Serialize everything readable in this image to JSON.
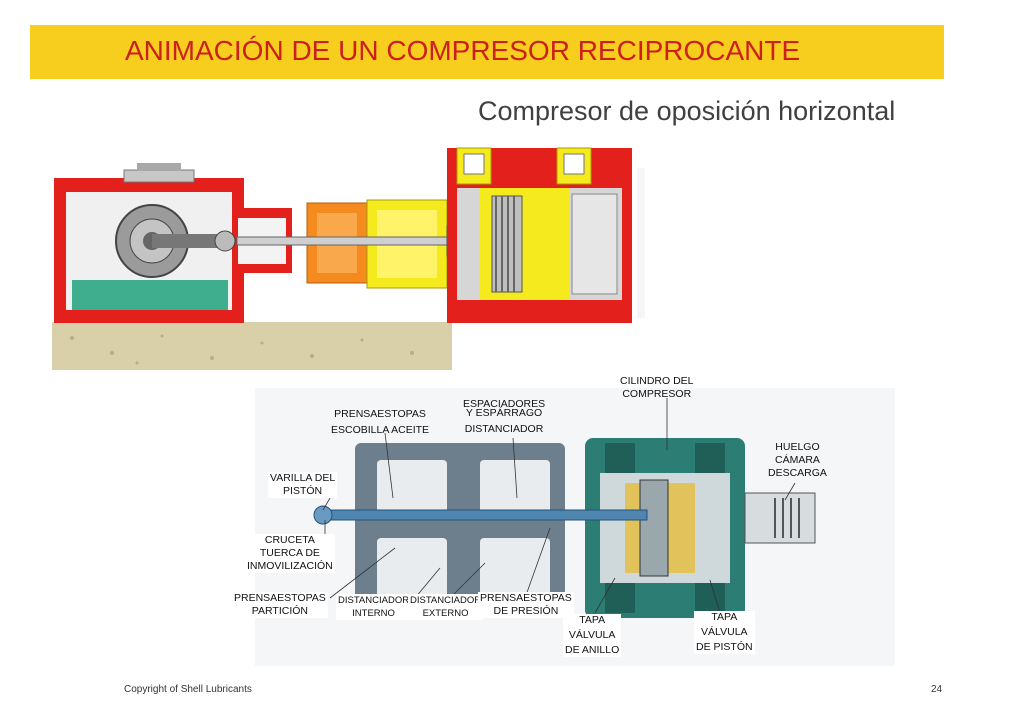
{
  "slide": {
    "title": "ANIMACIÓN DE UN COMPRESOR RECIPROCANTE",
    "subtitle": "Compresor de oposición horizontal",
    "footer": {
      "copyright": "Copyright of Shell Lubricants",
      "page_number": "24"
    }
  },
  "labels": {
    "cilindro_1": "CILINDRO DEL",
    "cilindro_2": "COMPRESOR",
    "espaciadores_1": "ESPACIADORES",
    "espaciadores_2": "Y ESPÁRRAGO",
    "espaciadores_3": "DISTANCIADOR",
    "prensa_escobilla_1": "PRENSAESTOPAS",
    "prensa_escobilla_2": "ESCOBILLA ACEITE",
    "huelgo_1": "HUELGO",
    "huelgo_2": "CÁMARA",
    "huelgo_3": "DESCARGA",
    "varilla_1": "VARILLA DEL",
    "varilla_2": "PISTÓN",
    "cruceta_1": "CRUCETA",
    "cruceta_2": "TUERCA DE",
    "cruceta_3": "INMOVILIZACIÓN",
    "prensa_particion_1": "PRENSAESTOPAS",
    "prensa_particion_2": "PARTICIÓN",
    "dist_interno_1": "DISTANCIADOR",
    "dist_interno_2": "INTERNO",
    "dist_externo_1": "DISTANCIADOR",
    "dist_externo_2": "EXTERNO",
    "prensa_presion_1": "PRENSAESTOPAS",
    "prensa_presion_2": "DE PRESIÓN",
    "tapa_anillo_1": "TAPA",
    "tapa_anillo_2": "VÁLVULA",
    "tapa_anillo_3": "DE ANILLO",
    "tapa_piston_1": "TAPA",
    "tapa_piston_2": "VÁLVULA",
    "tapa_piston_3": "DE PISTÓN"
  },
  "colors": {
    "title_bar": "#f7cd1e",
    "title_text": "#cc1f1f",
    "casing_red": "#e3201b",
    "yellow_part": "#f4ea1d",
    "orange_part": "#f58a1f",
    "oil_green": "#3fae8f",
    "ground": "#d9cfa8",
    "diagram_blue": "#4f86b0",
    "diagram_teal": "#2c7d74"
  }
}
